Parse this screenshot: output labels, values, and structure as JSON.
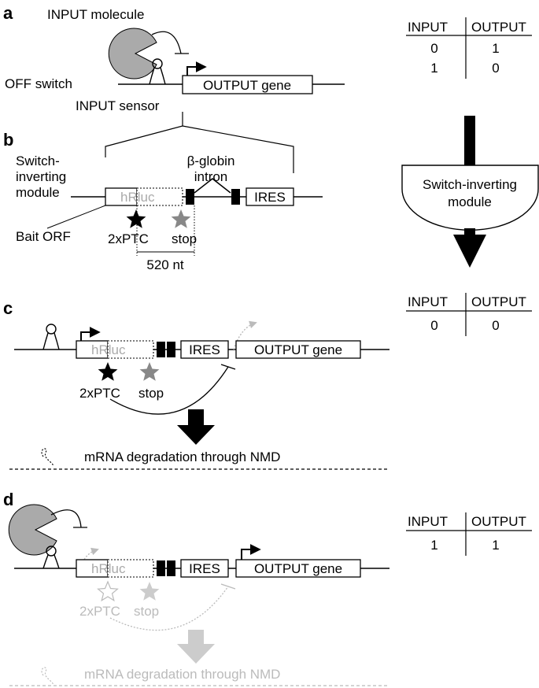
{
  "panel_letters": [
    "a",
    "b",
    "c",
    "d"
  ],
  "panel_a": {
    "input_molecule": "INPUT molecule",
    "off_switch": "OFF switch",
    "output_gene": "OUTPUT gene",
    "input_sensor": "INPUT sensor"
  },
  "panel_b": {
    "switch_inverting_module": [
      "Switch-",
      "inverting",
      "module"
    ],
    "hrluc": "hRluc",
    "beta_globin_intron": [
      "β-globin",
      "intron"
    ],
    "ires": "IRES",
    "bait_orf": "Bait ORF",
    "ptc": "2xPTC",
    "stop": "stop",
    "distance": "520 nt"
  },
  "panel_c": {
    "hrluc": "hRluc",
    "ires": "IRES",
    "output_gene": "OUTPUT gene",
    "ptc": "2xPTC",
    "stop": "stop",
    "mrna_degradation": "mRNA degradation through NMD"
  },
  "panel_d": {
    "hrluc": "hRluc",
    "ires": "IRES",
    "output_gene": "OUTPUT gene",
    "ptc": "2xPTC",
    "stop": "stop",
    "mrna_degradation": "mRNA degradation through NMD"
  },
  "module_shape": {
    "label": [
      "Switch-inverting",
      "module"
    ]
  },
  "truth_tables": {
    "header_input": "INPUT",
    "header_output": "OUTPUT",
    "a": [
      [
        "0",
        "1"
      ],
      [
        "1",
        "0"
      ]
    ],
    "c": [
      [
        "0",
        "0"
      ]
    ],
    "d": [
      [
        "1",
        "1"
      ]
    ]
  },
  "colors": {
    "black": "#000000",
    "input_molecule": "#aaaaaa",
    "stop_star": "#888888",
    "faded": "#bbbbbb"
  }
}
